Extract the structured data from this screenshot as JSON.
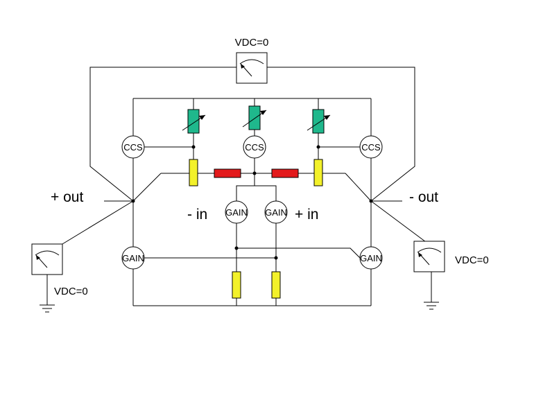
{
  "labels": {
    "vdc_top": "VDC=0",
    "vdc_left": "VDC=0",
    "vdc_right": "VDC=0",
    "plus_out": "+ out",
    "minus_out": "- out",
    "minus_in": "- in",
    "plus_in": "+ in"
  },
  "blocks": {
    "ccs_left": "CCS",
    "ccs_mid": "CCS",
    "ccs_right": "CCS",
    "gain_in_left": "GAIN",
    "gain_in_right": "GAIN",
    "gain_out_left": "GAIN",
    "gain_out_right": "GAIN"
  },
  "colors": {
    "resistor_yellow": "#f3f12a",
    "resistor_red": "#e31a1c",
    "potentiometer_teal": "#1fb88c",
    "wire": "#000000"
  }
}
